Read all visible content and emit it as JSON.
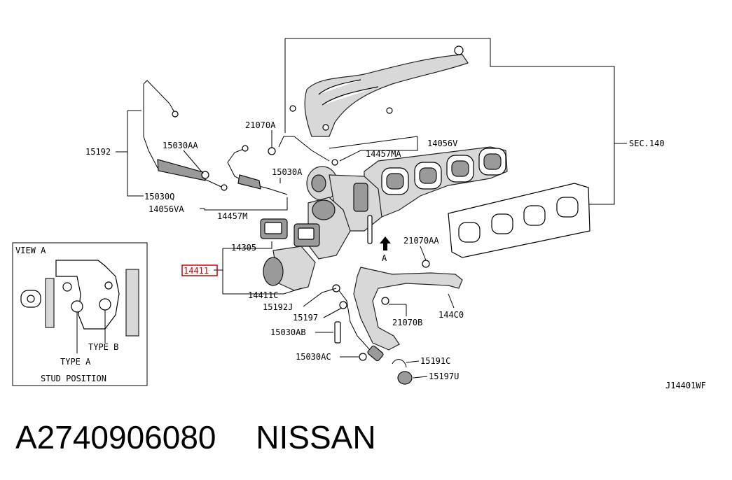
{
  "callouts": {
    "c15192": "15192",
    "c15030AA": "15030AA",
    "c15030Q": "15030Q",
    "c14056VA": "14056VA",
    "c14457M": "14457M",
    "c21070A": "21070A",
    "c15030A": "15030A",
    "c14457MA": "14457MA",
    "c14056V": "14056V",
    "cSEC140": "SEC.140",
    "c14305": "14305",
    "c14411": "14411",
    "c14411C": "14411C",
    "c15192J": "15192J",
    "c15197": "15197",
    "c15030AB": "15030AB",
    "c15030AC": "15030AC",
    "c15191C": "15191C",
    "c15197U": "15197U",
    "c21070AA": "21070AA",
    "c21070B": "21070B",
    "c144C0": "144C0",
    "arrowA": "A"
  },
  "inset": {
    "title": "VIEW A",
    "typeA": "TYPE A",
    "typeB": "TYPE B",
    "caption": "STUD POSITION"
  },
  "diagram_code": "J14401WF",
  "footer": {
    "part_number": "A2740906080",
    "brand": "NISSAN"
  },
  "colors": {
    "highlight": "#cc0000"
  }
}
